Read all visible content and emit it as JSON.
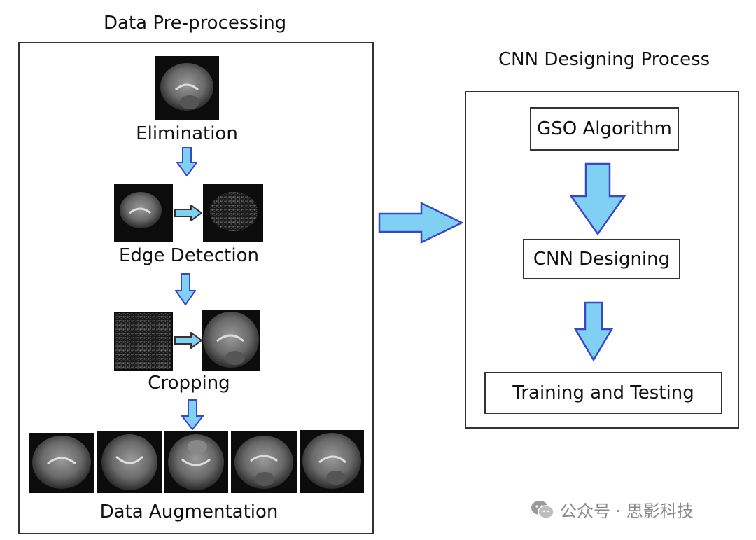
{
  "left_panel": {
    "title": "Data Pre-processing",
    "steps": {
      "elimination": "Elimination",
      "edge_detection": "Edge Detection",
      "cropping": "Cropping",
      "augmentation": "Data Augmentation"
    }
  },
  "right_panel": {
    "title": "CNN Designing Process",
    "boxes": {
      "gso": "GSO Algorithm",
      "cnn": "CNN Designing",
      "training": "Training and Testing"
    }
  },
  "watermark": {
    "text": "公众号 · 思影科技",
    "icon": "wechat-icon"
  },
  "colors": {
    "arrow_fill": "#7fd0f2",
    "arrow_stroke": "#3a48c8"
  }
}
